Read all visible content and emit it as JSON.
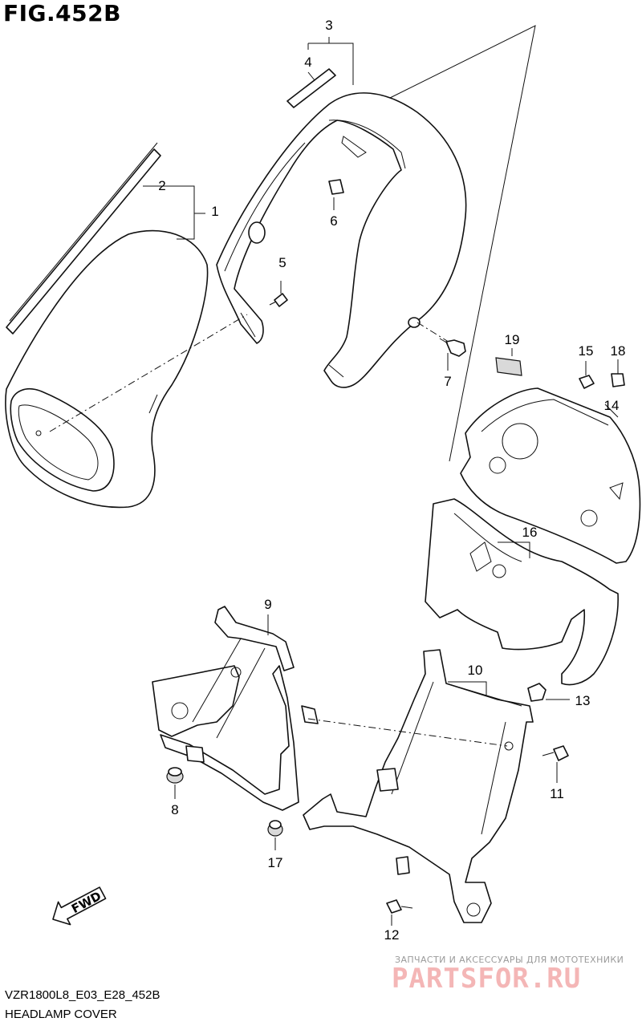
{
  "figure": {
    "title": "FIG.452B",
    "code": "VZR1800L8_E03_E28_452B",
    "name": "HEADLAMP COVER"
  },
  "callouts": [
    "1",
    "2",
    "3",
    "4",
    "5",
    "6",
    "7",
    "8",
    "9",
    "10",
    "11",
    "12",
    "13",
    "14",
    "15",
    "16",
    "17",
    "18",
    "19"
  ],
  "fwd_label": "FWD",
  "watermark": {
    "tagline": "ЗАПЧАСТИ И АКСЕССУАРЫ ДЛЯ МОТОТЕХНИКИ",
    "logo": "PARTSFOR.RU",
    "logo_color": "#f4b6b6"
  }
}
